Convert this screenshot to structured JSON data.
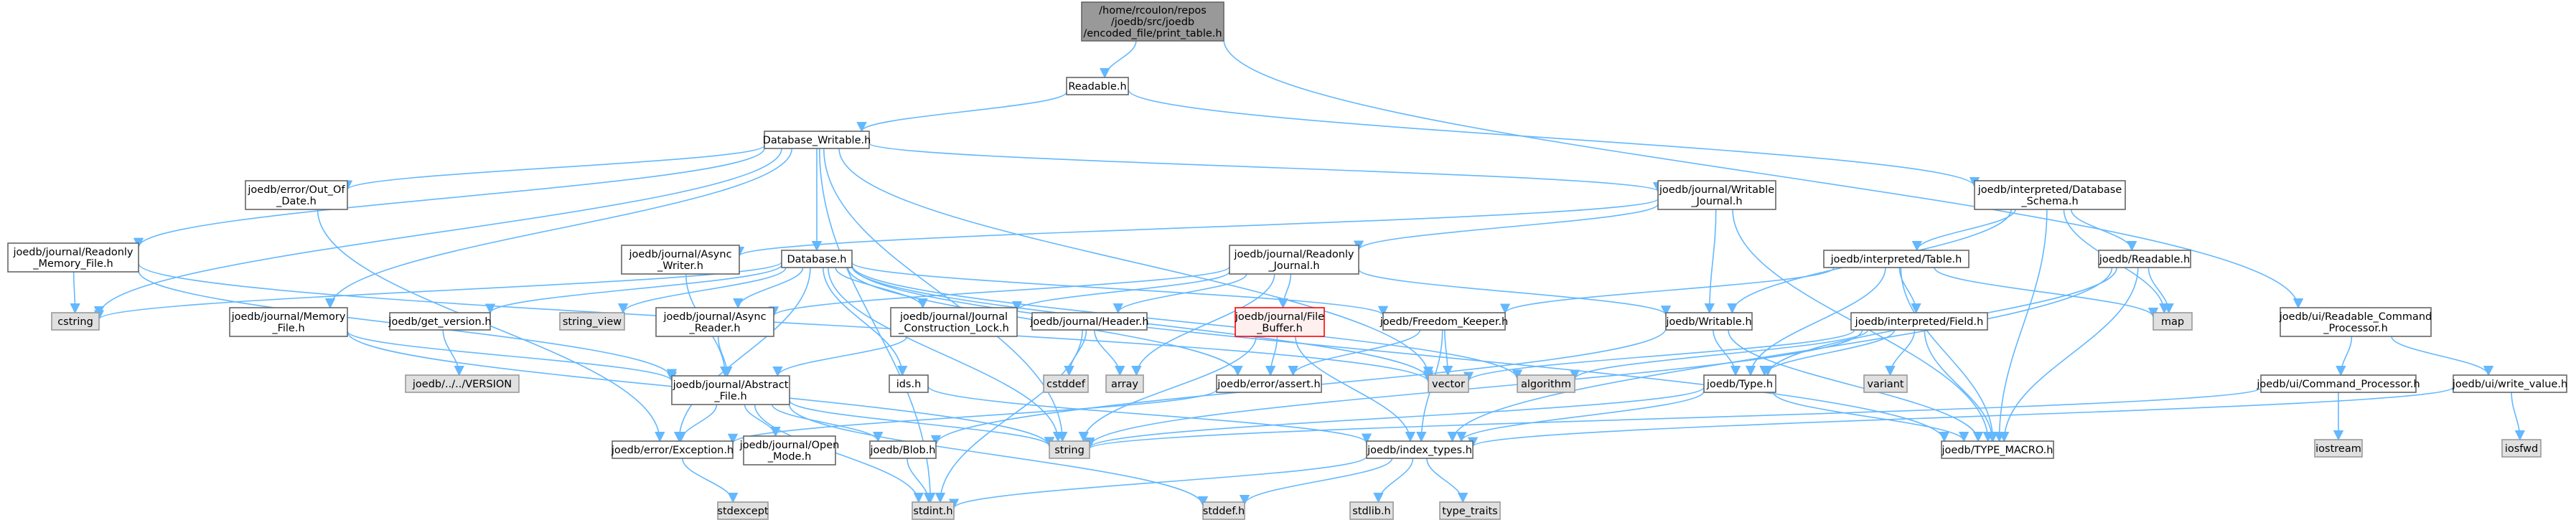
{
  "diagram": {
    "colors": {
      "edge": "#63b8ff",
      "node_fill": "#ffffff",
      "node_border": "#666666",
      "root_fill": "#999999",
      "root_border": "#666666",
      "system_fill": "#e0e0e0",
      "system_border": "#999999",
      "highlight_fill": "#fff0f0",
      "highlight_border": "#ff0000",
      "text": "#000000"
    },
    "nodes": {
      "print_table": {
        "lines": [
          "/home/rcoulon/repos",
          "/joedb/src/joedb",
          "/encoded_file/print_table.h"
        ],
        "kind": "root"
      },
      "readable": {
        "lines": [
          "Readable.h"
        ],
        "kind": "normal"
      },
      "database_writable": {
        "lines": [
          "Database_Writable.h"
        ],
        "kind": "normal"
      },
      "readonly_memory_file": {
        "lines": [
          "joedb/journal/Readonly",
          "_Memory_File.h"
        ],
        "kind": "normal"
      },
      "out_of_date": {
        "lines": [
          "joedb/error/Out_Of",
          "_Date.h"
        ],
        "kind": "normal"
      },
      "writable_journal": {
        "lines": [
          "joedb/journal/Writable",
          "_Journal.h"
        ],
        "kind": "normal"
      },
      "database_schema": {
        "lines": [
          "joedb/interpreted/Database",
          "_Schema.h"
        ],
        "kind": "normal"
      },
      "readable_command_processor": {
        "lines": [
          "joedb/ui/Readable_Command",
          "_Processor.h"
        ],
        "kind": "normal"
      },
      "async_writer": {
        "lines": [
          "joedb/journal/Async",
          "_Writer.h"
        ],
        "kind": "normal"
      },
      "database": {
        "lines": [
          "Database.h"
        ],
        "kind": "normal"
      },
      "readonly_journal": {
        "lines": [
          "joedb/journal/Readonly",
          "_Journal.h"
        ],
        "kind": "normal"
      },
      "table": {
        "lines": [
          "joedb/interpreted/Table.h"
        ],
        "kind": "normal"
      },
      "joedb_readable": {
        "lines": [
          "joedb/Readable.h"
        ],
        "kind": "normal"
      },
      "cstring": {
        "lines": [
          "cstring"
        ],
        "kind": "system"
      },
      "memory_file": {
        "lines": [
          "joedb/journal/Memory",
          "_File.h"
        ],
        "kind": "normal"
      },
      "get_version": {
        "lines": [
          "joedb/get_version.h"
        ],
        "kind": "normal"
      },
      "string_view": {
        "lines": [
          "string_view"
        ],
        "kind": "system"
      },
      "async_reader": {
        "lines": [
          "joedb/journal/Async",
          "_Reader.h"
        ],
        "kind": "normal"
      },
      "journal_construction_lock": {
        "lines": [
          "joedb/journal/Journal",
          "_Construction_Lock.h"
        ],
        "kind": "normal"
      },
      "header": {
        "lines": [
          "joedb/journal/Header.h"
        ],
        "kind": "normal"
      },
      "file_buffer": {
        "lines": [
          "joedb/journal/File",
          "_Buffer.h"
        ],
        "kind": "highlight"
      },
      "freedom_keeper": {
        "lines": [
          "joedb/Freedom_Keeper.h"
        ],
        "kind": "normal"
      },
      "writable": {
        "lines": [
          "joedb/Writable.h"
        ],
        "kind": "normal"
      },
      "field": {
        "lines": [
          "joedb/interpreted/Field.h"
        ],
        "kind": "normal"
      },
      "map": {
        "lines": [
          "map"
        ],
        "kind": "system"
      },
      "command_processor": {
        "lines": [
          "joedb/ui/Command_Processor.h"
        ],
        "kind": "normal"
      },
      "write_value": {
        "lines": [
          "joedb/ui/write_value.h"
        ],
        "kind": "normal"
      },
      "version": {
        "lines": [
          "joedb/../../VERSION"
        ],
        "kind": "system"
      },
      "abstract_file": {
        "lines": [
          "joedb/journal/Abstract",
          "_File.h"
        ],
        "kind": "normal"
      },
      "ids": {
        "lines": [
          "ids.h"
        ],
        "kind": "normal"
      },
      "cstddef": {
        "lines": [
          "cstddef"
        ],
        "kind": "system"
      },
      "array": {
        "lines": [
          "array"
        ],
        "kind": "system"
      },
      "assert": {
        "lines": [
          "joedb/error/assert.h"
        ],
        "kind": "normal"
      },
      "vector": {
        "lines": [
          "vector"
        ],
        "kind": "system"
      },
      "algorithm": {
        "lines": [
          "algorithm"
        ],
        "kind": "system"
      },
      "type": {
        "lines": [
          "joedb/Type.h"
        ],
        "kind": "normal"
      },
      "variant": {
        "lines": [
          "variant"
        ],
        "kind": "system"
      },
      "iostream": {
        "lines": [
          "iostream"
        ],
        "kind": "system"
      },
      "iosfwd": {
        "lines": [
          "iosfwd"
        ],
        "kind": "system"
      },
      "exception": {
        "lines": [
          "joedb/error/Exception.h"
        ],
        "kind": "normal"
      },
      "open_mode": {
        "lines": [
          "joedb/journal/Open",
          "_Mode.h"
        ],
        "kind": "normal"
      },
      "blob": {
        "lines": [
          "joedb/Blob.h"
        ],
        "kind": "normal"
      },
      "string": {
        "lines": [
          "string"
        ],
        "kind": "system"
      },
      "index_types": {
        "lines": [
          "joedb/index_types.h"
        ],
        "kind": "normal"
      },
      "type_macro": {
        "lines": [
          "joedb/TYPE_MACRO.h"
        ],
        "kind": "normal"
      },
      "stdexcept": {
        "lines": [
          "stdexcept"
        ],
        "kind": "system"
      },
      "stdint": {
        "lines": [
          "stdint.h"
        ],
        "kind": "system"
      },
      "stddef": {
        "lines": [
          "stddef.h"
        ],
        "kind": "system"
      },
      "stdlib": {
        "lines": [
          "stdlib.h"
        ],
        "kind": "system"
      },
      "type_traits": {
        "lines": [
          "type_traits"
        ],
        "kind": "system"
      }
    },
    "edges": [
      [
        "print_table",
        "readable"
      ],
      [
        "print_table",
        "readable_command_processor"
      ],
      [
        "readable",
        "database_writable"
      ],
      [
        "readable",
        "database_schema"
      ],
      [
        "database_writable",
        "readonly_memory_file"
      ],
      [
        "database_writable",
        "out_of_date"
      ],
      [
        "database_writable",
        "writable_journal"
      ],
      [
        "database_writable",
        "database"
      ],
      [
        "database_writable",
        "cstring"
      ],
      [
        "database_writable",
        "memory_file"
      ],
      [
        "database_writable",
        "vector"
      ],
      [
        "database_writable",
        "string"
      ],
      [
        "database_writable",
        "stdint"
      ],
      [
        "readonly_memory_file",
        "cstring"
      ],
      [
        "readonly_memory_file",
        "abstract_file"
      ],
      [
        "readonly_memory_file",
        "vector"
      ],
      [
        "out_of_date",
        "exception"
      ],
      [
        "writable_journal",
        "async_writer"
      ],
      [
        "writable_journal",
        "readonly_journal"
      ],
      [
        "writable_journal",
        "writable"
      ],
      [
        "writable_journal",
        "type_macro"
      ],
      [
        "database_schema",
        "table"
      ],
      [
        "database_schema",
        "joedb_readable"
      ],
      [
        "database_schema",
        "writable"
      ],
      [
        "database_schema",
        "map"
      ],
      [
        "database_schema",
        "type_macro"
      ],
      [
        "readable_command_processor",
        "command_processor"
      ],
      [
        "readable_command_processor",
        "write_value"
      ],
      [
        "async_writer",
        "abstract_file"
      ],
      [
        "database",
        "cstring"
      ],
      [
        "database",
        "get_version"
      ],
      [
        "database",
        "string_view"
      ],
      [
        "database",
        "async_reader"
      ],
      [
        "database",
        "journal_construction_lock"
      ],
      [
        "database",
        "freedom_keeper"
      ],
      [
        "database",
        "ids"
      ],
      [
        "database",
        "assert"
      ],
      [
        "database",
        "exception"
      ],
      [
        "database",
        "vector"
      ],
      [
        "database",
        "string"
      ],
      [
        "database",
        "algorithm"
      ],
      [
        "database",
        "type_macro"
      ],
      [
        "readonly_journal",
        "header"
      ],
      [
        "readonly_journal",
        "file_buffer"
      ],
      [
        "readonly_journal",
        "async_reader"
      ],
      [
        "readonly_journal",
        "journal_construction_lock"
      ],
      [
        "readonly_journal",
        "writable"
      ],
      [
        "readonly_journal",
        "array"
      ],
      [
        "table",
        "field"
      ],
      [
        "table",
        "freedom_keeper"
      ],
      [
        "table",
        "map"
      ],
      [
        "table",
        "type"
      ],
      [
        "table",
        "type_macro"
      ],
      [
        "joedb_readable",
        "map"
      ],
      [
        "joedb_readable",
        "type"
      ],
      [
        "joedb_readable",
        "index_types"
      ],
      [
        "joedb_readable",
        "type_macro"
      ],
      [
        "memory_file",
        "abstract_file"
      ],
      [
        "memory_file",
        "string"
      ],
      [
        "get_version",
        "version"
      ],
      [
        "async_reader",
        "abstract_file"
      ],
      [
        "journal_construction_lock",
        "abstract_file"
      ],
      [
        "header",
        "cstddef"
      ],
      [
        "header",
        "array"
      ],
      [
        "header",
        "stdint"
      ],
      [
        "file_buffer",
        "assert"
      ],
      [
        "file_buffer",
        "index_types"
      ],
      [
        "file_buffer",
        "string"
      ],
      [
        "freedom_keeper",
        "assert"
      ],
      [
        "freedom_keeper",
        "index_types"
      ],
      [
        "freedom_keeper",
        "vector"
      ],
      [
        "writable",
        "type"
      ],
      [
        "writable",
        "blob"
      ],
      [
        "writable",
        "type_macro"
      ],
      [
        "field",
        "type"
      ],
      [
        "field",
        "variant"
      ],
      [
        "field",
        "vector"
      ],
      [
        "field",
        "algorithm"
      ],
      [
        "field",
        "string"
      ],
      [
        "field",
        "type_macro"
      ],
      [
        "command_processor",
        "iostream"
      ],
      [
        "command_processor",
        "string"
      ],
      [
        "write_value",
        "iosfwd"
      ],
      [
        "write_value",
        "index_types"
      ],
      [
        "abstract_file",
        "open_mode"
      ],
      [
        "abstract_file",
        "blob"
      ],
      [
        "abstract_file",
        "exception"
      ],
      [
        "abstract_file",
        "string"
      ],
      [
        "abstract_file",
        "stdint"
      ],
      [
        "abstract_file",
        "stddef"
      ],
      [
        "ids",
        "index_types"
      ],
      [
        "assert",
        "exception"
      ],
      [
        "type",
        "index_types"
      ],
      [
        "type",
        "string"
      ],
      [
        "type",
        "type_macro"
      ],
      [
        "exception",
        "stdexcept"
      ],
      [
        "blob",
        "stdint"
      ],
      [
        "index_types",
        "stdint"
      ],
      [
        "index_types",
        "stddef"
      ],
      [
        "index_types",
        "stdlib"
      ],
      [
        "index_types",
        "type_traits"
      ]
    ]
  }
}
